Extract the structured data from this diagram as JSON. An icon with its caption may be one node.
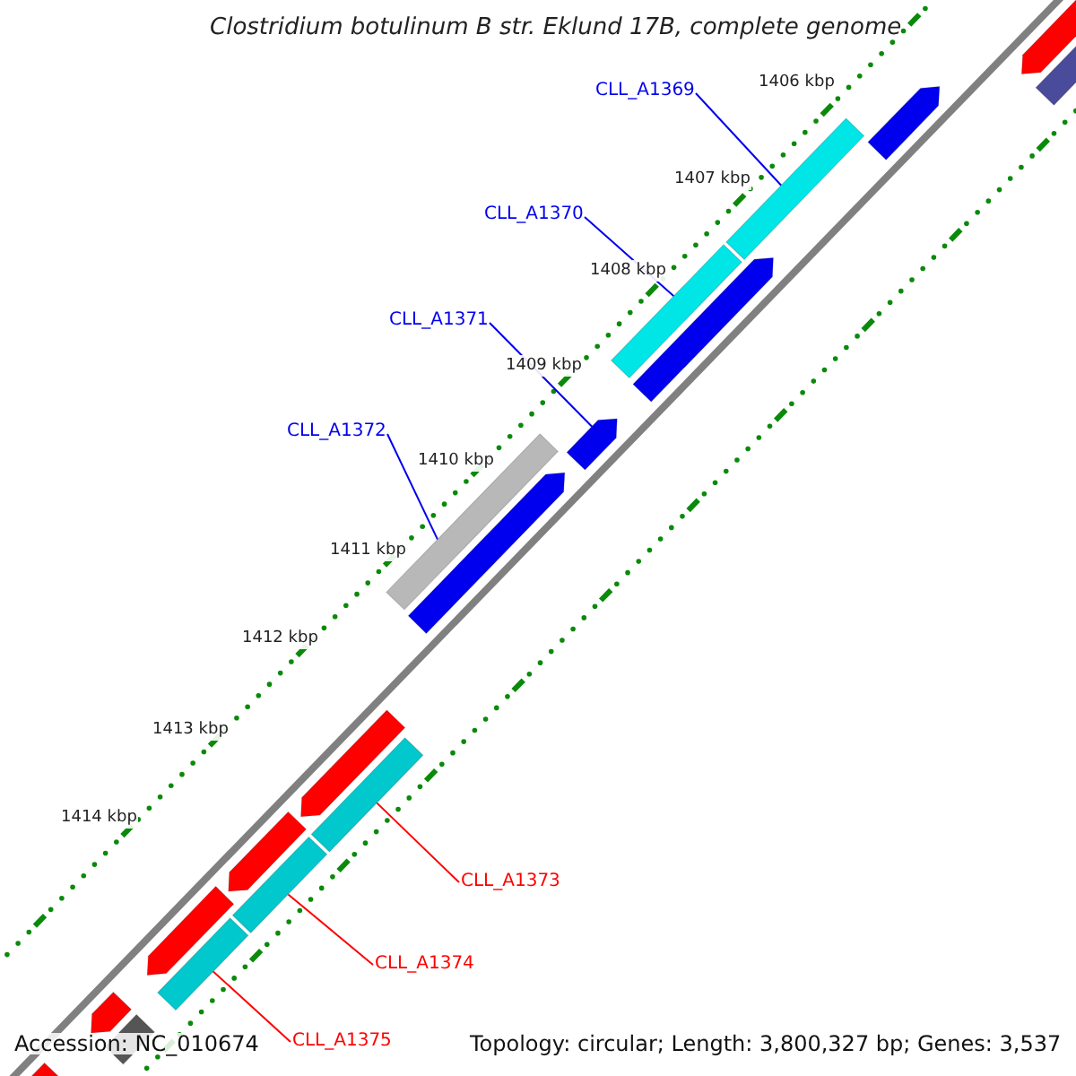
{
  "diagram": {
    "title": "Clostridium botulinum B str. Eklund 17B, complete genome",
    "nodes": [
      {
        "text": [
          "CLL_A1369"
        ]
      },
      {
        "text": [],
        "shape": "bar"
      },
      {
        "text": [
          "CLL_A1370"
        ]
      },
      {
        "text": [],
        "shape": "bar"
      },
      {
        "text": [
          "CLL_A1371"
        ]
      },
      {
        "text": [],
        "shape": "arrow"
      },
      {
        "text": [
          "CLL_A1372"
        ]
      },
      {
        "text": [],
        "shape": "bar"
      },
      {
        "text": [
          "CLL_A1373"
        ]
      },
      {
        "text": [],
        "shape": "bar"
      },
      {
        "text": [
          "CLL_A1374"
        ]
      },
      {
        "text": [],
        "shape": "bar"
      },
      {
        "text": [
          "CLL_A1375"
        ]
      },
      {
        "text": [],
        "shape": "bar"
      },
      {
        "text": [],
        "shape": "arrow"
      },
      {
        "text": [],
        "shape": "arrow"
      },
      {
        "text": [],
        "shape": "arrow"
      },
      {
        "text": [],
        "shape": "arrow"
      },
      {
        "text": [],
        "shape": "arrow"
      },
      {
        "text": [],
        "shape": "arrow"
      },
      {
        "text": [],
        "shape": "arrow"
      },
      {
        "text": [],
        "shape": "arrow"
      },
      {
        "text": [],
        "shape": "arrow"
      },
      {
        "text": [],
        "shape": "bar"
      },
      {
        "text": [],
        "shape": "bar"
      }
    ],
    "edges": [
      {
        "from": 0,
        "to": 1,
        "arrow": "none"
      },
      {
        "from": 2,
        "to": 3,
        "arrow": "none"
      },
      {
        "from": 4,
        "to": 5,
        "arrow": "none"
      },
      {
        "from": 6,
        "to": 7,
        "arrow": "none"
      },
      {
        "from": 8,
        "to": 9,
        "arrow": "none",
        "color": "#ff0000"
      },
      {
        "from": 10,
        "to": 11,
        "arrow": "none",
        "color": "#ff0000"
      },
      {
        "from": 12,
        "to": 13,
        "arrow": "none",
        "color": "#ff0000"
      }
    ],
    "labels": [
      "1406 kbp",
      "1407 kbp",
      "1408 kbp",
      "1409 kbp",
      "1410 kbp",
      "1411 kbp",
      "1412 kbp",
      "1413 kbp",
      "1414 kbp",
      "Accession: NC_010674",
      "Topology: circular; Length: 3,800,327 bp; Genes: 3,537"
    ]
  }
}
